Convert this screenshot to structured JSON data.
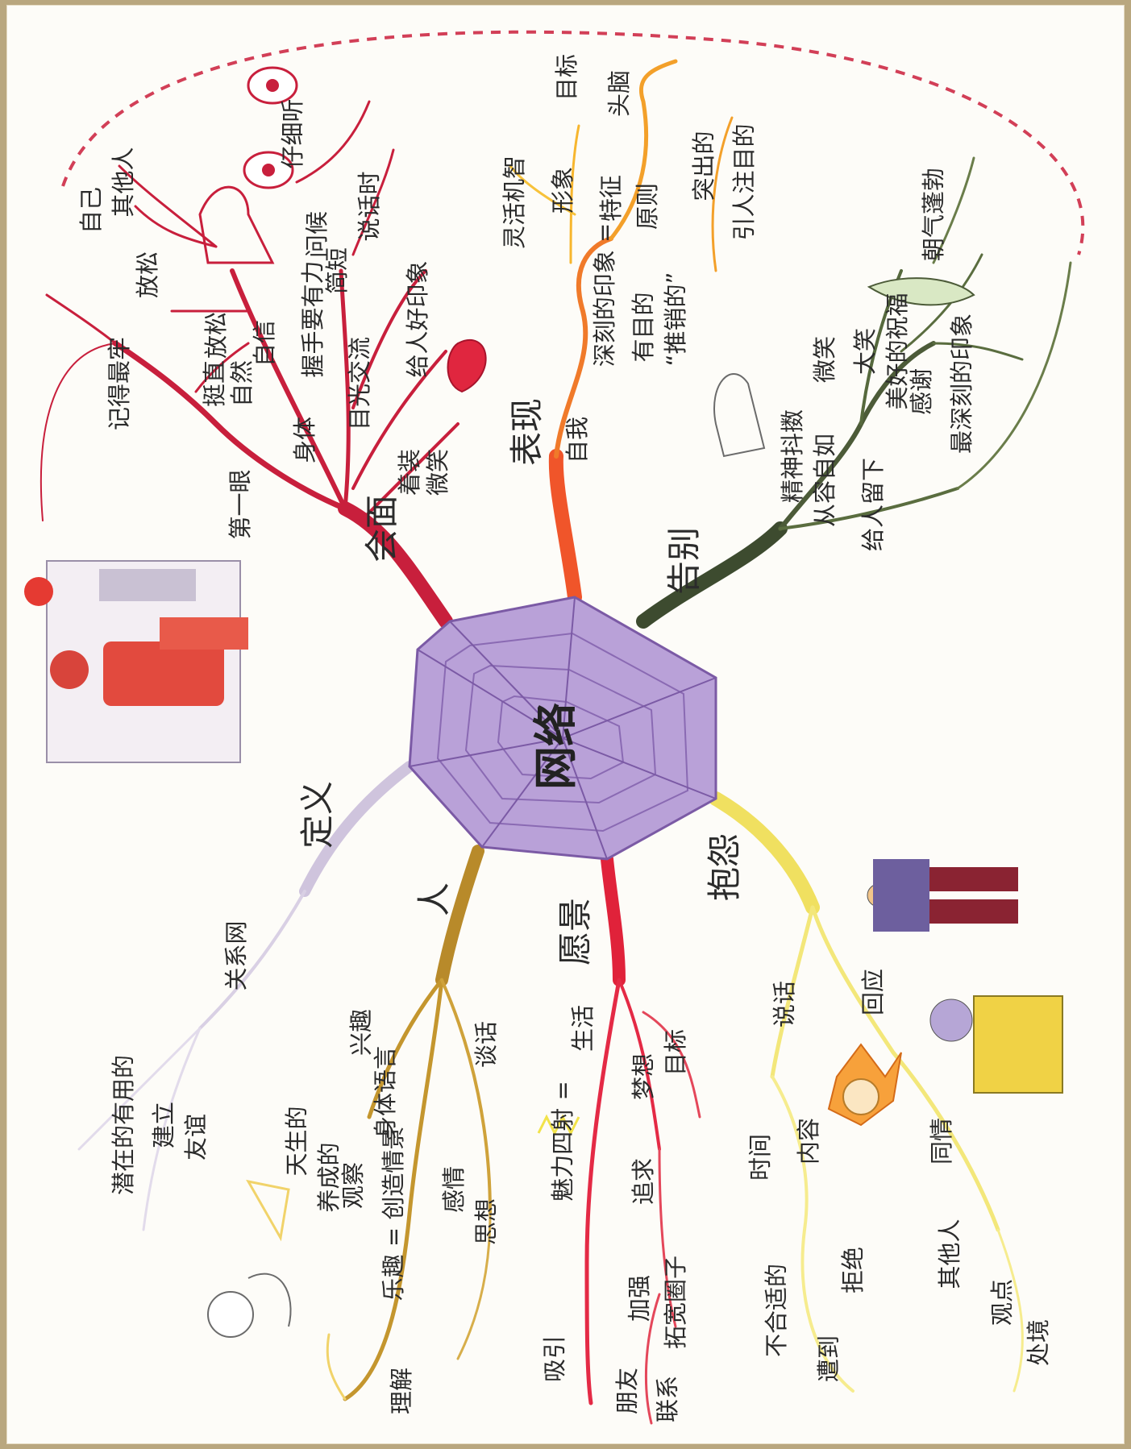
{
  "colors": {
    "center": "#b9a1d8",
    "meet": "#c81f3c",
    "show": "#f0552a",
    "farewell": "#3d4b2f",
    "complain": "#f0e060",
    "vision": "#e0223a",
    "people": "#b88a2a",
    "definition": "#cfc4dd"
  },
  "center": {
    "label": "网络"
  },
  "meet": {
    "label": "会面",
    "first_look": "第一眼",
    "body": "身体",
    "posture_1": "挺直",
    "posture_2": "自然",
    "posture_3": "放松",
    "confidence": "自信",
    "handshake": "握手要有力",
    "eye_contact": "目光交流",
    "good_impression": "给人好印象",
    "dress": "着装",
    "smile": "微笑",
    "remember": "记得最牢",
    "relax": "放松",
    "self": "自己",
    "others": "其他人",
    "greeting": "问候",
    "brief": "简短",
    "when_talking": "说话时",
    "keep_listening": "仔细听"
  },
  "show": {
    "label": "表现",
    "self": "自我",
    "impression_eq": "深刻的印象 =",
    "purposeful": "有目的",
    "promote": "“推销的”",
    "traits": "特征",
    "image": "形象",
    "flexible": "灵活机智",
    "principles": "原则",
    "stand_out": "突出的",
    "attention": "引人注目的",
    "head": "头脑",
    "goal": "目标"
  },
  "farewell": {
    "label": "告别",
    "energetic": "精神抖擞",
    "smile": "微笑",
    "laugh": "大笑",
    "wishes": "美好的祝福",
    "thanks": "感谢",
    "vigor": "朝气蓬勃",
    "composed": "从容自如",
    "leave": "给人留下",
    "deepest": "最深刻的印象"
  },
  "complain": {
    "label": "抱怨",
    "talk": "说话",
    "respond": "回应",
    "time": "时间",
    "content": "内容",
    "inappropriate": "不合适的",
    "encounter": "遭到",
    "reject": "拒绝",
    "sympathy": "同情",
    "others": "其他人",
    "viewpoint": "观点",
    "situation": "处境"
  },
  "vision": {
    "label": "愿景",
    "life": "生活",
    "charm": "魅力四射 =",
    "attract": "吸引",
    "dream": "梦想",
    "target": "目标",
    "pursue": "追求",
    "strengthen": "加强",
    "expand": "拓宽圈子",
    "friends": "朋友",
    "contact": "联系"
  },
  "people": {
    "label": "人",
    "interest": "兴趣",
    "innate": "天生的",
    "cultivated": "养成的",
    "observe": "观察",
    "body_language": "身体语言",
    "fun_eq": "乐趣 = 创造情景",
    "feelings": "感情",
    "thoughts": "思想",
    "conversation": "谈话",
    "understand": "理解"
  },
  "definition": {
    "label": "定义",
    "network": "关系网",
    "potential": "潜在的有用的",
    "build": "建立",
    "friendship": "友谊"
  }
}
